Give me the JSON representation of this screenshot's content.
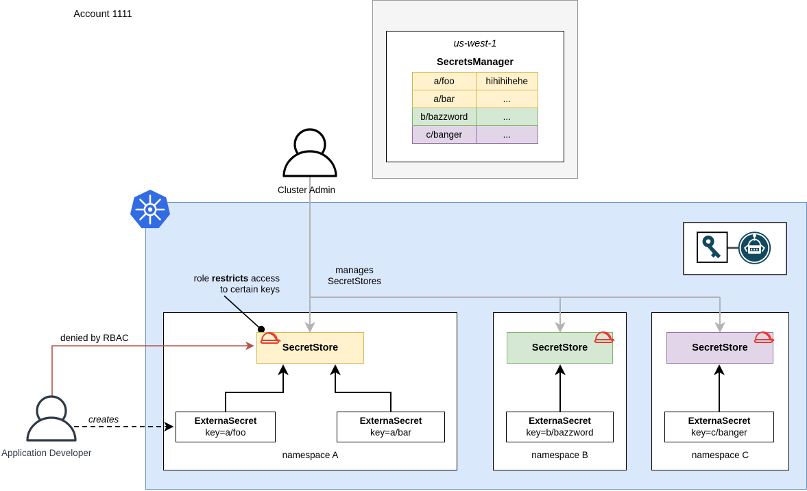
{
  "account_panel": {
    "title": "Account 1111",
    "region": "us-west-1",
    "service": "SecretsManager",
    "secrets": [
      {
        "key": "a/foo",
        "value": "hihihihehe",
        "color": "yellow"
      },
      {
        "key": "a/bar",
        "value": "...",
        "color": "yellow"
      },
      {
        "key": "b/bazzword",
        "value": "...",
        "color": "green"
      },
      {
        "key": "c/banger",
        "value": "...",
        "color": "purple"
      }
    ]
  },
  "actors": {
    "cluster_admin": "Cluster Admin",
    "application_developer": "Application Developer"
  },
  "annotations": {
    "role_restricts_prefix": "role ",
    "role_restricts_bold": "restricts",
    "role_restricts_suffix": " access",
    "role_restricts_line2": "to certain keys",
    "manages_line1": "manages",
    "manages_line2": "SecretStores",
    "denied_by_rbac": "denied by RBAC",
    "creates": "creates"
  },
  "cluster": {
    "k8s_icon": "kubernetes-helm-wheel-icon",
    "external_secrets_logo": {
      "key_icon": "key-icon",
      "robot_icon": "robot-lock-icon"
    },
    "namespaces": [
      {
        "label": "namespace A",
        "store": {
          "title": "SecretStore",
          "color": "yellow",
          "helmet_icon": "red-helmet-icon"
        },
        "external_secrets": [
          {
            "title": "ExternaSecret",
            "key": "key=a/foo"
          },
          {
            "title": "ExternaSecret",
            "key": "key=a/bar"
          }
        ]
      },
      {
        "label": "namespace B",
        "store": {
          "title": "SecretStore",
          "color": "green",
          "helmet_icon": "red-helmet-icon"
        },
        "external_secrets": [
          {
            "title": "ExternaSecret",
            "key": "key=b/bazzword"
          }
        ]
      },
      {
        "label": "namespace C",
        "store": {
          "title": "SecretStore",
          "color": "purple",
          "helmet_icon": "red-helmet-icon"
        },
        "external_secrets": [
          {
            "title": "ExternaSecret",
            "key": "key=c/banger"
          }
        ]
      }
    ]
  },
  "colors": {
    "yellow_fill": "#fff2cc",
    "yellow_stroke": "#d6b656",
    "green_fill": "#d5e8d4",
    "green_stroke": "#82b366",
    "purple_fill": "#e1d5e7",
    "purple_stroke": "#9673a6",
    "cluster_fill": "#dae8fc",
    "cluster_stroke": "#6c8ebf",
    "panel_fill": "#f5f5f5",
    "denied_arrow": "#b5534a",
    "manage_arrow": "#b3b3b3",
    "k8s_blue": "#326ce5",
    "helmet_red": "#e8392f",
    "es_teal": "#13495e",
    "dev_navy": "#2f3b47"
  }
}
